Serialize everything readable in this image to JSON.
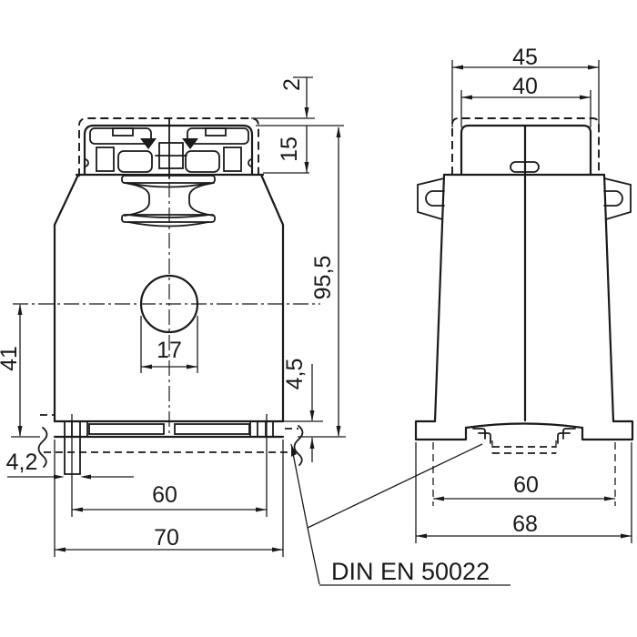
{
  "standard_label": "DIN EN 50022",
  "front_view": {
    "name": "front-view",
    "dimensions": {
      "cover_offset": "2",
      "terminal_height": "15",
      "overall_height": "95,5",
      "rail_slot_depth": "4,5",
      "center_to_rail": "41",
      "hole_diameter": "17",
      "pin_width": "4,2",
      "slot_spacing": "60",
      "base_width": "70"
    }
  },
  "side_view": {
    "name": "side-view",
    "dimensions": {
      "cover_width": "45",
      "cap_width": "40",
      "rail_opening": "60",
      "base_width": "68"
    }
  },
  "colors": {
    "line": "#1a1a1a",
    "background": "#ffffff"
  }
}
